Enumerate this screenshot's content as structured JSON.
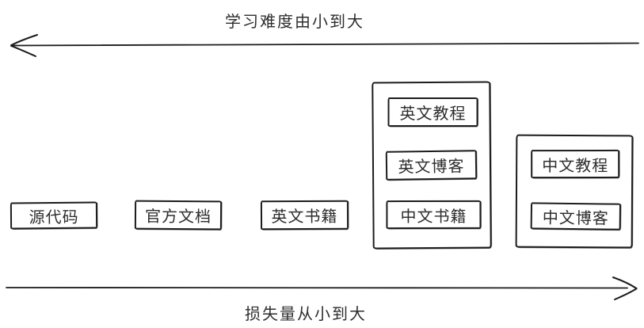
{
  "diagram": {
    "background": "#ffffff",
    "stroke_color": "#1c1c1c",
    "text_color": "#2d2d2d",
    "top_axis": {
      "label": "学习难度由小到大",
      "direction": "left"
    },
    "bottom_axis": {
      "label": "损失量从小到大",
      "direction": "right"
    },
    "standalone_boxes": [
      {
        "label": "源代码"
      },
      {
        "label": "官方文档"
      },
      {
        "label": "英文书籍"
      }
    ],
    "groups": [
      {
        "items": [
          {
            "label": "英文教程"
          },
          {
            "label": "英文博客"
          },
          {
            "label": "中文书籍"
          }
        ]
      },
      {
        "items": [
          {
            "label": "中文教程"
          },
          {
            "label": "中文博客"
          }
        ]
      }
    ]
  }
}
